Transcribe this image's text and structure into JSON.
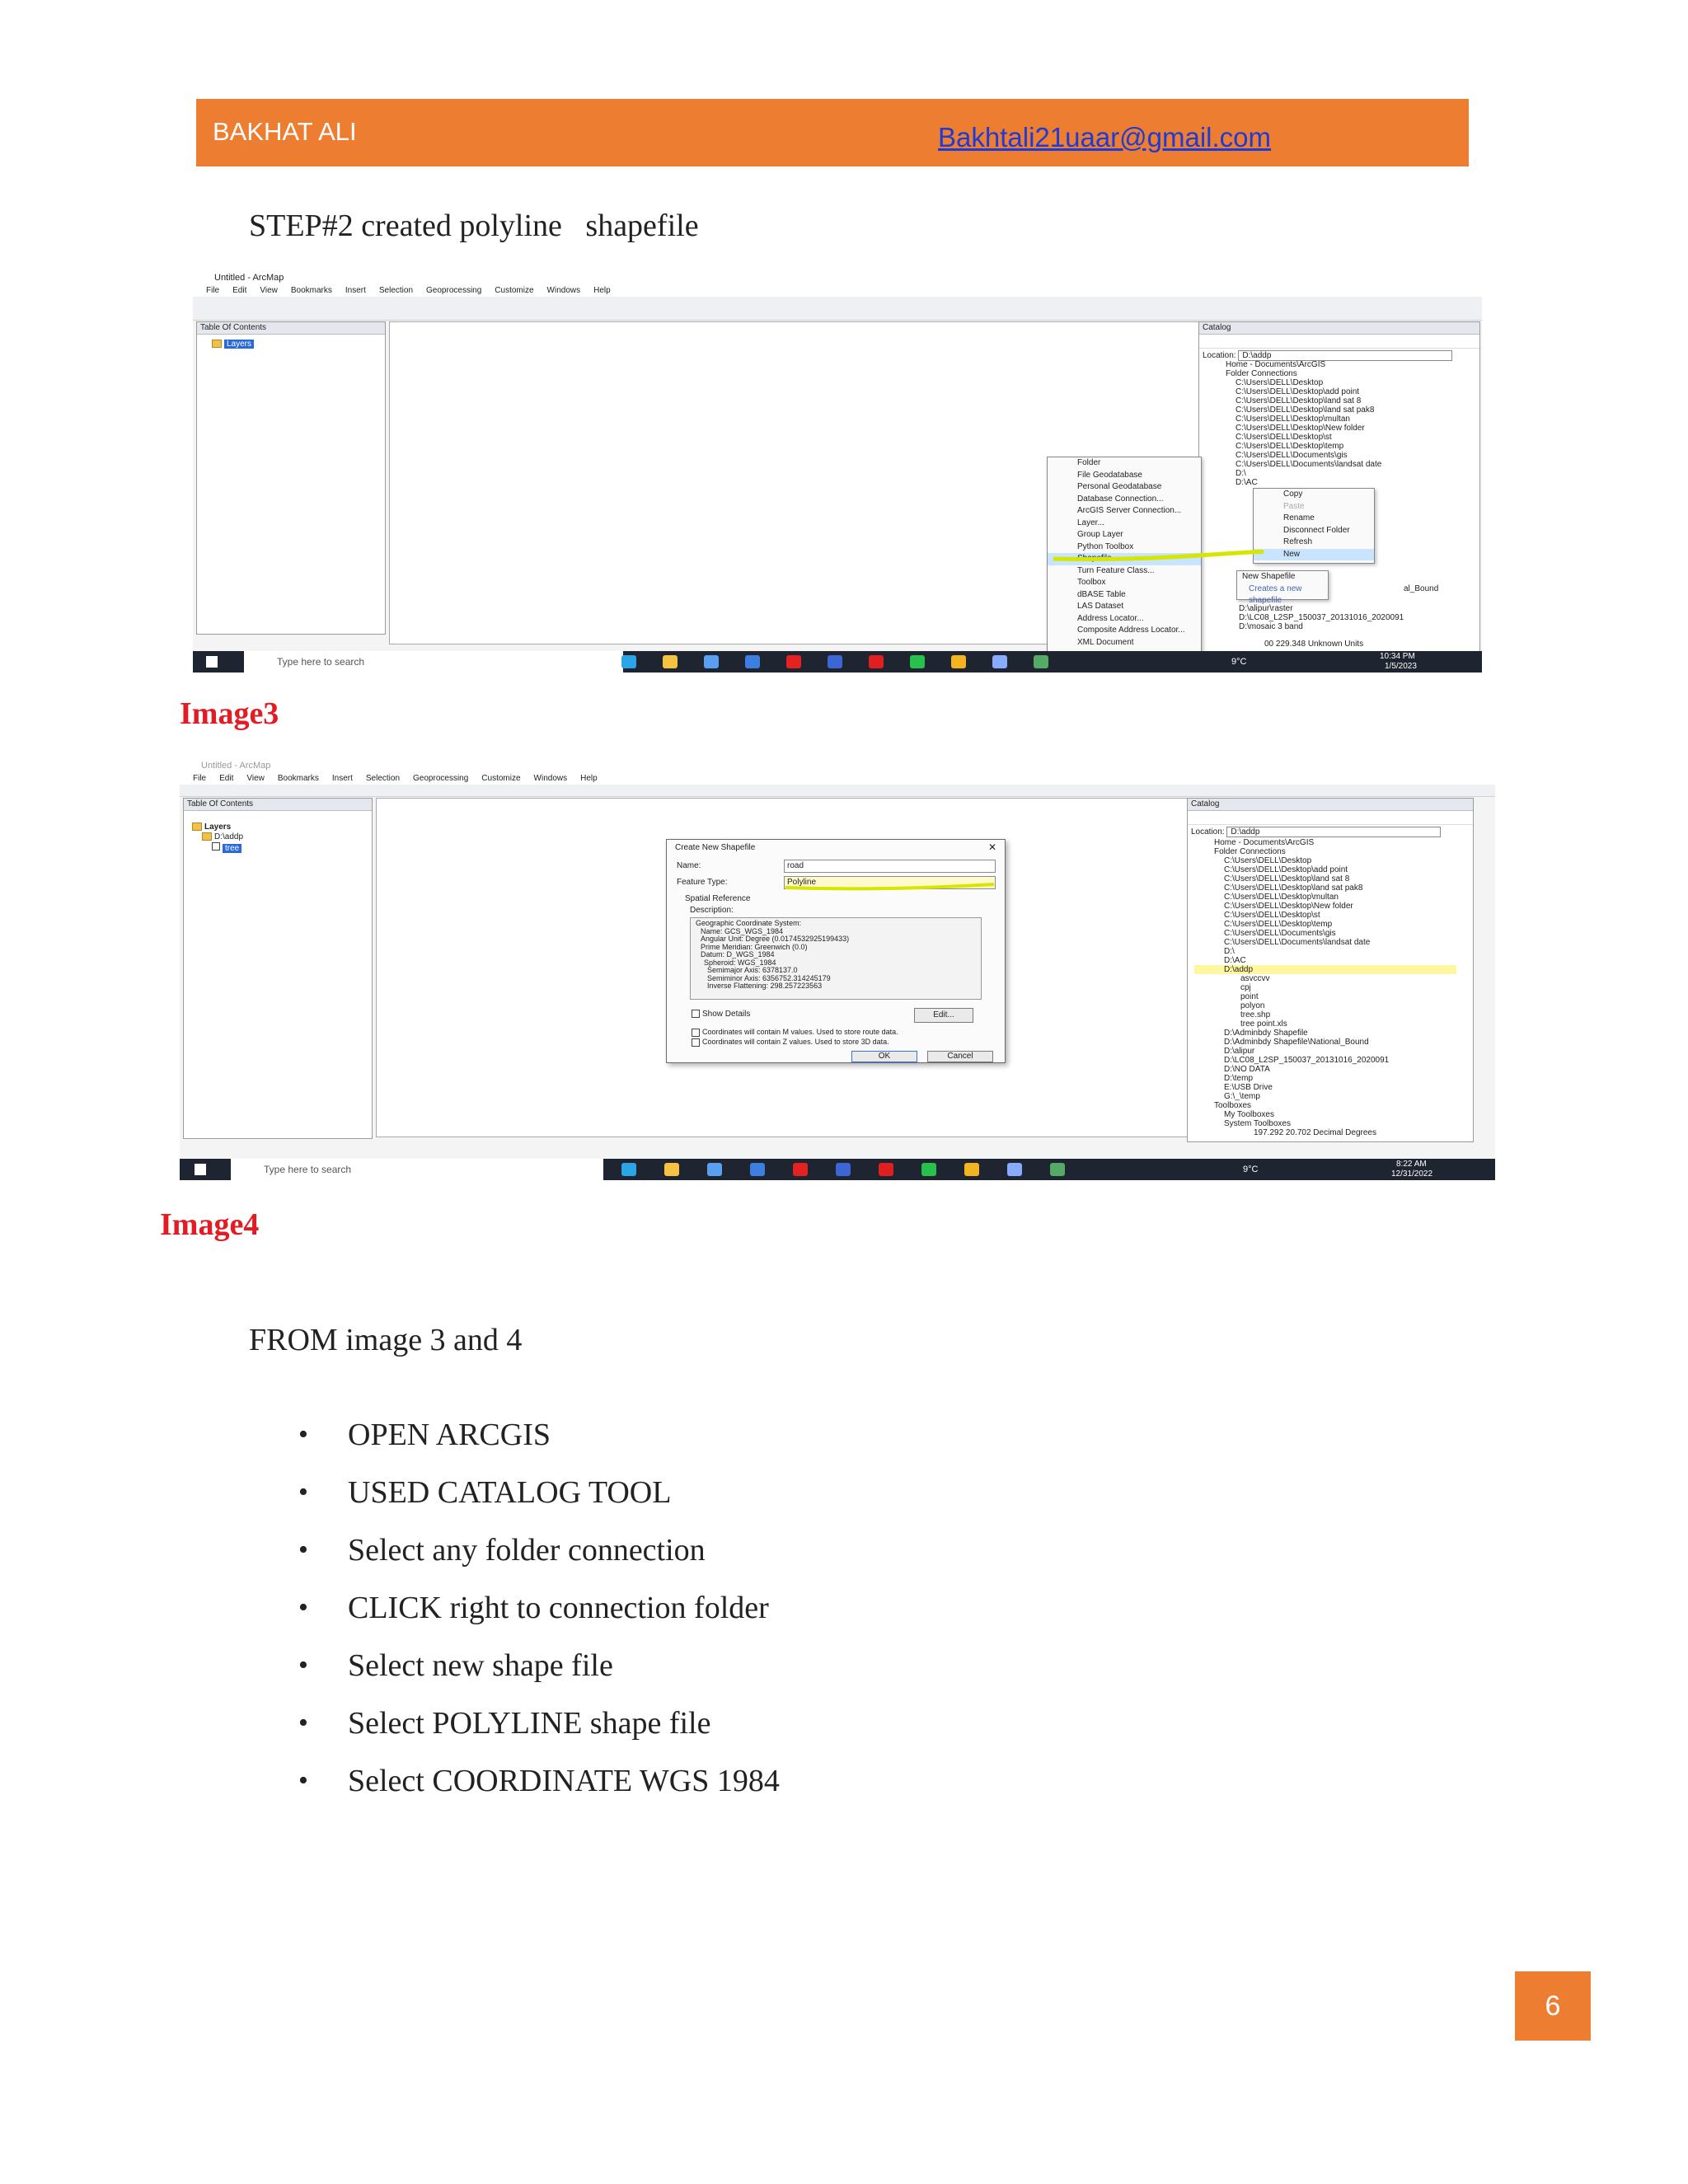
{
  "header": {
    "name": "BAKHAT ALI",
    "email": "Bakhtali21uaar@gmail.com"
  },
  "step_title": "STEP#2 created polyline   shapefile",
  "image3": {
    "caption": "Image3",
    "window_title": "Untitled - ArcMap",
    "menu": [
      "File",
      "Edit",
      "View",
      "Bookmarks",
      "Insert",
      "Selection",
      "Geoprocessing",
      "Customize",
      "Windows",
      "Help"
    ],
    "toc_title": "Table Of Contents",
    "toc_layers": "Layers",
    "catalog_title": "Catalog",
    "location_label": "Location:",
    "location_value": "D:\\addp",
    "catalog_items": [
      "Home - Documents\\ArcGIS",
      "Folder Connections",
      "C:\\Users\\DELL\\Desktop",
      "C:\\Users\\DELL\\Desktop\\add point",
      "C:\\Users\\DELL\\Desktop\\land sat 8",
      "C:\\Users\\DELL\\Desktop\\land sat pak8",
      "C:\\Users\\DELL\\Desktop\\multan",
      "C:\\Users\\DELL\\Desktop\\New folder",
      "C:\\Users\\DELL\\Desktop\\st",
      "C:\\Users\\DELL\\Desktop\\temp",
      "C:\\Users\\DELL\\Documents\\gis",
      "C:\\Users\\DELL\\Documents\\landsat date",
      "D:\\",
      "D:\\AC",
      "D:\\addp"
    ],
    "new_menu": [
      "Folder",
      "File Geodatabase",
      "Personal Geodatabase",
      "Database Connection...",
      "ArcGIS Server Connection...",
      "Layer...",
      "Group Layer",
      "Python Toolbox",
      "Shapefile...",
      "Turn Feature Class...",
      "Toolbox",
      "dBASE Table",
      "LAS Dataset",
      "Address Locator...",
      "Composite Address Locator...",
      "XML Document"
    ],
    "context_menu": [
      "Copy",
      "Paste",
      "Rename",
      "Disconnect Folder",
      "Refresh",
      "New"
    ],
    "tooltip_title": "New Shapefile",
    "tooltip_desc": "Creates a new shapefile",
    "tail_items": [
      "D:\\alipur\\raster",
      "D:\\LC08_L2SP_150037_20131016_2020091",
      "D:\\mosaic 3 band"
    ],
    "partial_item": "al_Bound",
    "status": "00  229.348 Unknown Units",
    "search_placeholder": "Type here to search",
    "weather": "9°C",
    "clock_time": "10:34 PM",
    "clock_date": "1/5/2023"
  },
  "image4": {
    "caption": "Image4",
    "window_title": "Untitled - ArcMap",
    "menu": [
      "File",
      "Edit",
      "View",
      "Bookmarks",
      "Insert",
      "Selection",
      "Geoprocessing",
      "Customize",
      "Windows",
      "Help"
    ],
    "toc_title": "Table Of Contents",
    "toc_items": [
      "Layers",
      "D:\\addp",
      "tree"
    ],
    "dialog": {
      "title": "Create New Shapefile",
      "name_label": "Name:",
      "name_value": "road",
      "feature_label": "Feature Type:",
      "feature_value": "Polyline",
      "spatial_label": "Spatial Reference",
      "desc_label": "Description:",
      "desc_lines": [
        "Geographic Coordinate System:",
        "Name: GCS_WGS_1984",
        "Angular Unit: Degree (0.0174532925199433)",
        "Prime Meridian: Greenwich (0.0)",
        "Datum: D_WGS_1984",
        "Spheroid: WGS_1984",
        "Semimajor Axis: 6378137.0",
        "Semiminor Axis: 6356752.314245179",
        "Inverse Flattening: 298.257223563"
      ],
      "show_details": "Show Details",
      "edit_btn": "Edit...",
      "m_values": "Coordinates will contain M values. Used to store route data.",
      "z_values": "Coordinates will contain Z values. Used to store 3D data.",
      "ok": "OK",
      "cancel": "Cancel"
    },
    "catalog_title": "Catalog",
    "location_label": "Location:",
    "location_value": "D:\\addp",
    "catalog_items": [
      "Home - Documents\\ArcGIS",
      "Folder Connections",
      "C:\\Users\\DELL\\Desktop",
      "C:\\Users\\DELL\\Desktop\\add point",
      "C:\\Users\\DELL\\Desktop\\land sat 8",
      "C:\\Users\\DELL\\Desktop\\land sat pak8",
      "C:\\Users\\DELL\\Desktop\\multan",
      "C:\\Users\\DELL\\Desktop\\New folder",
      "C:\\Users\\DELL\\Desktop\\st",
      "C:\\Users\\DELL\\Desktop\\temp",
      "C:\\Users\\DELL\\Documents\\gis",
      "C:\\Users\\DELL\\Documents\\landsat date",
      "D:\\",
      "D:\\AC",
      "D:\\addp",
      "asvccvv",
      "cpj",
      "point",
      "polyon",
      "tree.shp",
      "tree point.xls",
      "D:\\Adminbdy Shapefile",
      "D:\\Adminbdy Shapefile\\National_Bound",
      "D:\\alipur",
      "D:\\LC08_L2SP_150037_20131016_2020091",
      "D:\\NO DATA",
      "D:\\temp",
      "E:\\USB Drive",
      "G:\\_\\temp",
      "Toolboxes",
      "My Toolboxes",
      "System Toolboxes"
    ],
    "status": "197.292  20.702 Decimal Degrees",
    "search_placeholder": "Type here to search",
    "weather": "9°C",
    "clock_time": "8:22 AM",
    "clock_date": "12/31/2022"
  },
  "from_text": "FROM image 3 and 4",
  "bullets": [
    "OPEN ARCGIS",
    "USED CATALOG TOOL",
    "Select any folder connection",
    "CLICK right to connection folder",
    "Select new shape file",
    "Select POLYLINE shape file",
    "Select COORDINATE WGS 1984"
  ],
  "bullet_glyph": "•",
  "page_number": "6",
  "colors": {
    "accent": "#ed7d31",
    "caption": "#e31b23",
    "link": "#1f3bd6"
  }
}
